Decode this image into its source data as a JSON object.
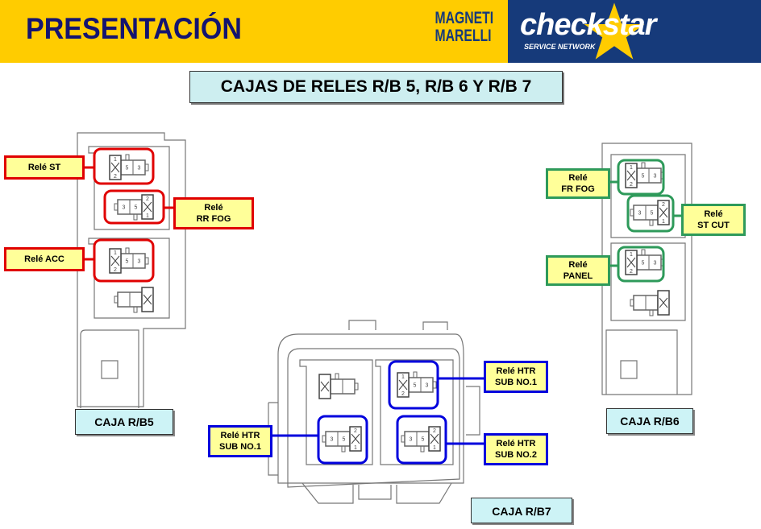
{
  "header": {
    "title": "PRESENTACIÓN",
    "logo_left": "MAGNETI MARELLI",
    "logo_right": "checkstar",
    "logo_right_sub": "SERVICE NETWORK",
    "colors": {
      "bar": "#ffcc00",
      "brand_blue": "#163a7a"
    }
  },
  "subtitle": "CAJAS DE RELES R/B 5, R/B 6 Y R/B 7",
  "relay_pins": {
    "coil_top_a": "1",
    "coil_bottom_a": "2",
    "contacts_a": [
      "5",
      "3"
    ],
    "contacts_b": [
      "3",
      "5"
    ],
    "coil_top_b": "2",
    "coil_bottom_b": "1"
  },
  "rb5": {
    "caption": "CAJA R/B5",
    "color": "#e00000",
    "labels": [
      "Relé ST",
      "Relé\nRR FOG",
      "Relé ACC"
    ]
  },
  "rb6": {
    "caption": "CAJA R/B6",
    "color": "#2e9a5a",
    "labels": [
      "Relé\nFR FOG",
      "Relé\nST CUT",
      "Relé\nPANEL"
    ]
  },
  "rb7": {
    "caption": "CAJA R/B7",
    "color": "#0000dd",
    "labels": [
      "Relé HTR\nSUB NO.1",
      "Relé HTR\nSUB NO.1",
      "Relé HTR\nSUB NO.2"
    ]
  }
}
